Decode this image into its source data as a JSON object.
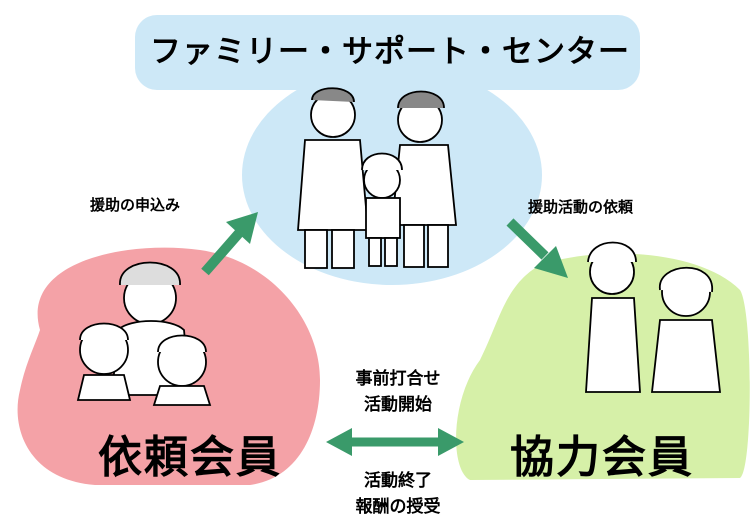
{
  "center": {
    "title": "ファミリー・サポート・センター"
  },
  "arrows": {
    "request_label": "援助の申込み",
    "dispatch_label": "援助活動の依頼"
  },
  "exchange": {
    "before_label": "事前打合せ\n活動開始",
    "after_label": "活動終了\n報酬の授受"
  },
  "members": {
    "client": "依頼会員",
    "helper": "協力会員"
  },
  "colors": {
    "center_blob": "#cde8f7",
    "client_blob": "#f4a2a7",
    "helper_blob": "#d6f0a8",
    "arrow": "#3a9a6a"
  }
}
